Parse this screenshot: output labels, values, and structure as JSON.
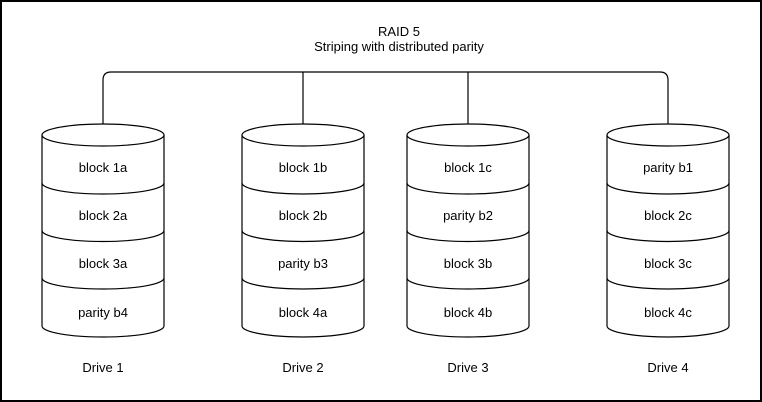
{
  "title": "RAID 5",
  "subtitle": "Striping with distributed parity",
  "drives": [
    {
      "name": "Drive 1",
      "blocks": [
        "block 1a",
        "block 2a",
        "block 3a",
        "parity b4"
      ]
    },
    {
      "name": "Drive 2",
      "blocks": [
        "block 1b",
        "block 2b",
        "parity b3",
        "block 4a"
      ]
    },
    {
      "name": "Drive 3",
      "blocks": [
        "block 1c",
        "parity b2",
        "block 3b",
        "block 4b"
      ]
    },
    {
      "name": "Drive 4",
      "blocks": [
        "parity b1",
        "block 2c",
        "block 3c",
        "block 4c"
      ]
    }
  ],
  "colors": {
    "line": "#000000",
    "background": "#ffffff",
    "text": "#000000"
  }
}
